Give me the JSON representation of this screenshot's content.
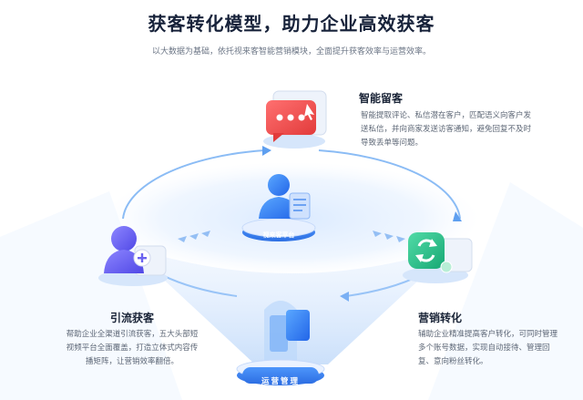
{
  "header": {
    "title": "获客转化模型，助力企业高效获客",
    "subtitle": "以大数据为基础，依托视来客智能营销模块，全面提升获客效率与运营效率。"
  },
  "center": {
    "platform_label": "视来客平台",
    "ops_label": "运营管理"
  },
  "blocks": {
    "retention": {
      "title": "智能留客",
      "desc": "智能提取评论、私信潜在客户，匹配语义向客户发送私信，并向商家发送访客通知，避免回复不及时导致丢单等问题。",
      "icon": "chat-bubble-icon"
    },
    "acquire": {
      "title": "引流获客",
      "desc": "帮助企业全渠道引流获客，五大头部短视频平台全面覆盖，打造立体式内容传播矩阵，让营销效率翻倍。",
      "icon": "user-plus-icon"
    },
    "convert": {
      "title": "营销转化",
      "desc": "辅助企业精准提高客户转化，可同时管理多个账号数据，实现自动接待、管理回复、意向粉丝转化。",
      "icon": "refresh-cycle-icon"
    }
  },
  "colors": {
    "accent_blue": "#2f7cf6",
    "ring_blue": "#9cc5f5",
    "red_icon": "#ef4a4a",
    "green_icon": "#22c08a",
    "purple_icon": "#6b63f0"
  }
}
